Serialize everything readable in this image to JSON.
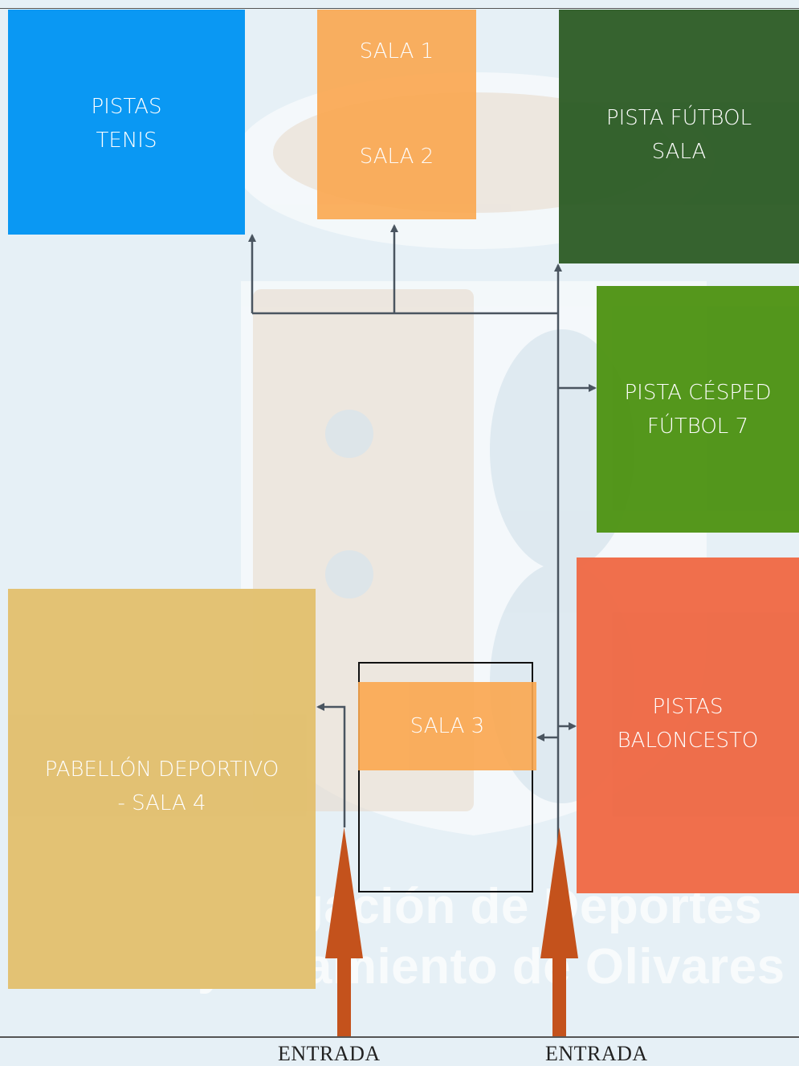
{
  "colors": {
    "background": "#e6f0f6",
    "tenis": "#0a98f3",
    "salas": "#fba74f",
    "futbol_sala": "#2f5e28",
    "cesped": "#4f9415",
    "baloncesto": "#ef6a46",
    "pabellon": "#e2c06f",
    "entry_arrow": "#c4521c",
    "connector": "#4a5560"
  },
  "zones": {
    "tenis": {
      "line1": "PISTAS",
      "line2": "TENIS"
    },
    "sala1": {
      "label": "SALA 1"
    },
    "sala2": {
      "label": "SALA 2"
    },
    "futbol_sala": {
      "line1": "PISTA FÚTBOL",
      "line2": "SALA"
    },
    "cesped": {
      "line1": "PISTA  CÉSPED",
      "line2": "FÚTBOL 7"
    },
    "baloncesto": {
      "line1": "PISTAS",
      "line2": "BALONCESTO"
    },
    "sala3": {
      "label": "SALA 3"
    },
    "pabellon": {
      "line1": "PABELLÓN DEPORTIVO",
      "line2": "- SALA  4"
    }
  },
  "watermark": {
    "line1": "Delegación de Deportes",
    "line2": "Ayuntamiento de Olivares",
    "emblem": "coat-of-arms-icon"
  },
  "entrances": {
    "left": "ENTRADA",
    "right": "ENTRADA"
  }
}
